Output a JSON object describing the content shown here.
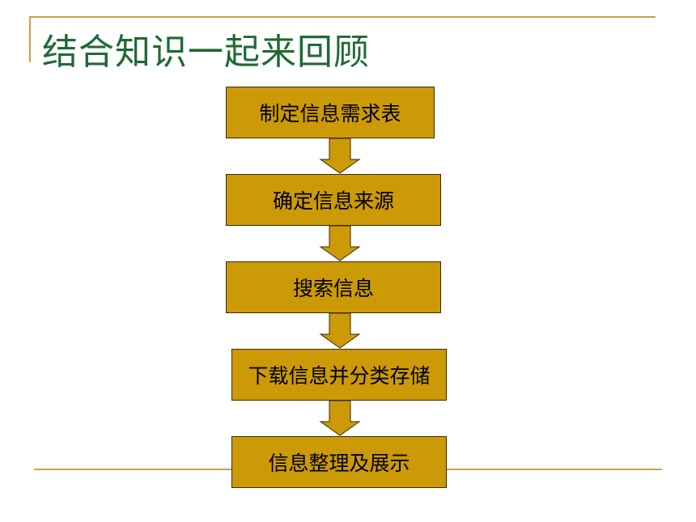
{
  "title": "结合知识一起来回顾",
  "flow": {
    "steps": [
      {
        "label": "制定信息需求表"
      },
      {
        "label": "确定信息来源"
      },
      {
        "label": "搜索信息"
      },
      {
        "label": "下载信息并分类存储"
      },
      {
        "label": "信息整理及展示"
      }
    ]
  },
  "colors": {
    "box_fill": "#cc9a06",
    "title_text": "#1f6a34",
    "rule": "#c8a04a"
  }
}
